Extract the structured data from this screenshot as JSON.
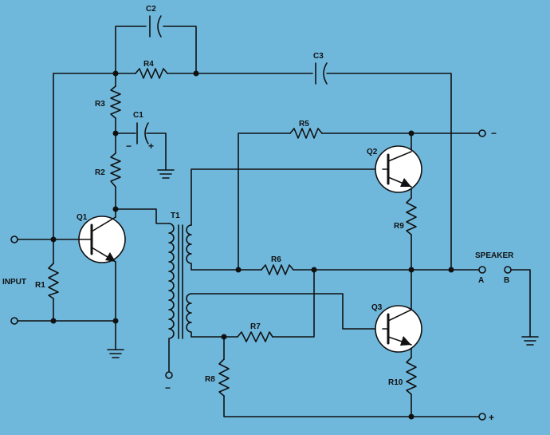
{
  "labels": {
    "c1": "C1",
    "c2": "C2",
    "c3": "C3",
    "r1": "R1",
    "r2": "R2",
    "r3": "R3",
    "r4": "R4",
    "r5": "R5",
    "r6": "R6",
    "r7": "R7",
    "r8": "R8",
    "r9": "R9",
    "r10": "R10",
    "q1": "Q1",
    "q2": "Q2",
    "q3": "Q3",
    "t1": "T1",
    "input": "INPUT",
    "speaker": "SPEAKER",
    "speaker_a": "A",
    "speaker_b": "B",
    "minus": "−",
    "plus": "+"
  },
  "colors": {
    "background": "#6fb8dc",
    "wire": "#111111",
    "transistor_body": "#ffffff"
  }
}
